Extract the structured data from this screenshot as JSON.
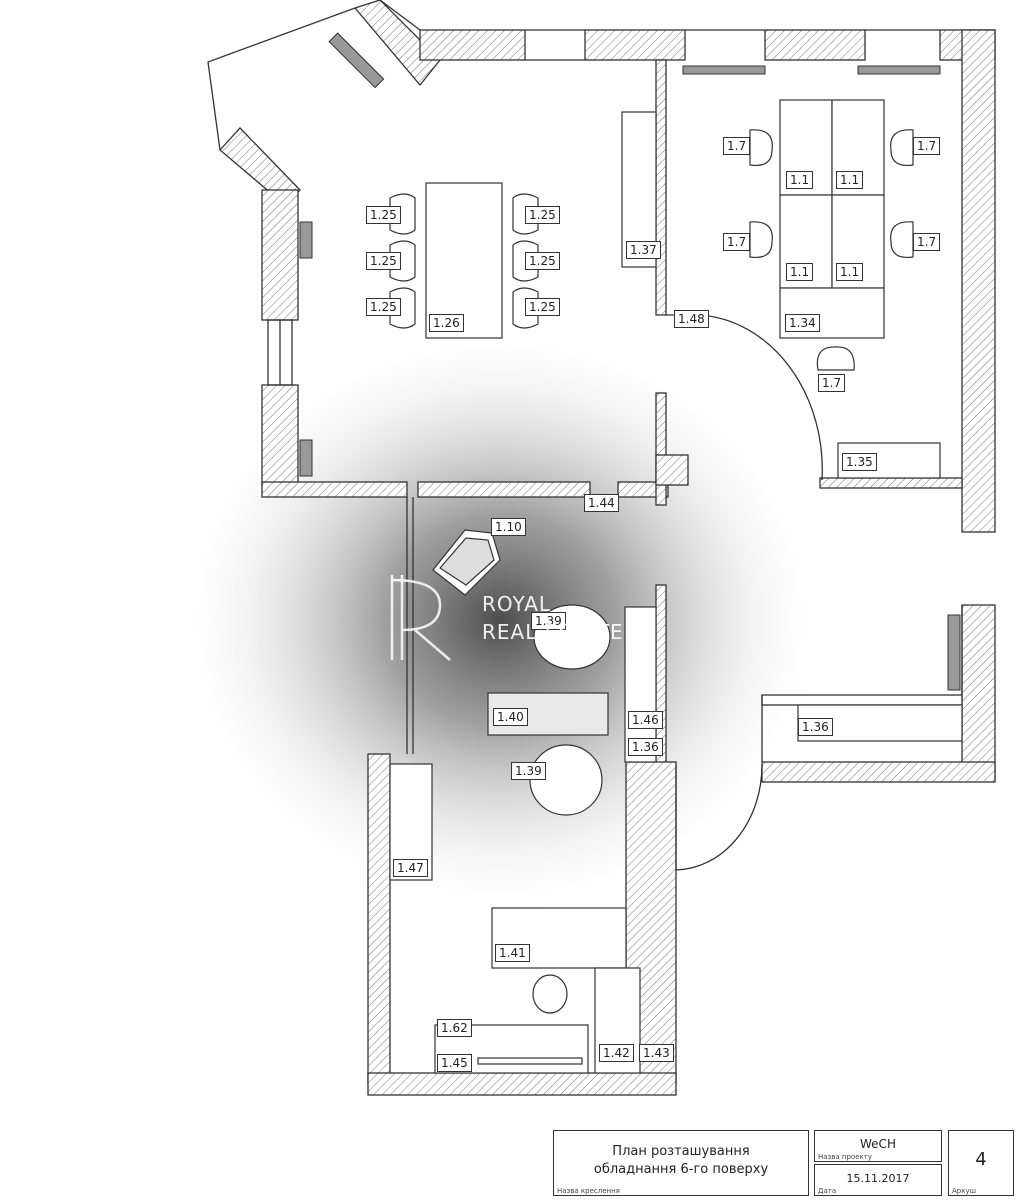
{
  "watermark": {
    "line1": "ROYAL",
    "line2": "REAL ESTATE"
  },
  "labels": {
    "l_1_7_a": "1.7",
    "l_1_7_b": "1.7",
    "l_1_7_c": "1.7",
    "l_1_7_d": "1.7",
    "l_1_7_e": "1.7",
    "l_1_1_a": "1.1",
    "l_1_1_b": "1.1",
    "l_1_1_c": "1.1",
    "l_1_1_d": "1.1",
    "l_1_25_a": "1.25",
    "l_1_25_b": "1.25",
    "l_1_25_c": "1.25",
    "l_1_25_d": "1.25",
    "l_1_25_e": "1.25",
    "l_1_25_f": "1.25",
    "l_1_26": "1.26",
    "l_1_37": "1.37",
    "l_1_48": "1.48",
    "l_1_34": "1.34",
    "l_1_35": "1.35",
    "l_1_44": "1.44",
    "l_1_10": "1.10",
    "l_1_39_a": "1.39",
    "l_1_39_b": "1.39",
    "l_1_40": "1.40",
    "l_1_46": "1.46",
    "l_1_36_a": "1.36",
    "l_1_36_b": "1.36",
    "l_1_47": "1.47",
    "l_1_41": "1.41",
    "l_1_62": "1.62",
    "l_1_45": "1.45",
    "l_1_42": "1.42",
    "l_1_43": "1.43"
  },
  "title_block": {
    "drawing_title_line1": "План розташування",
    "drawing_title_line2": "обладнання 6-го поверху",
    "drawing_title_caption": "Назва креслення",
    "project_name": "WeCH",
    "project_caption": "Назва проекту",
    "date": "15.11.2017",
    "date_caption": "Дата",
    "sheet_number": "4",
    "sheet_caption": "Аркуш"
  }
}
